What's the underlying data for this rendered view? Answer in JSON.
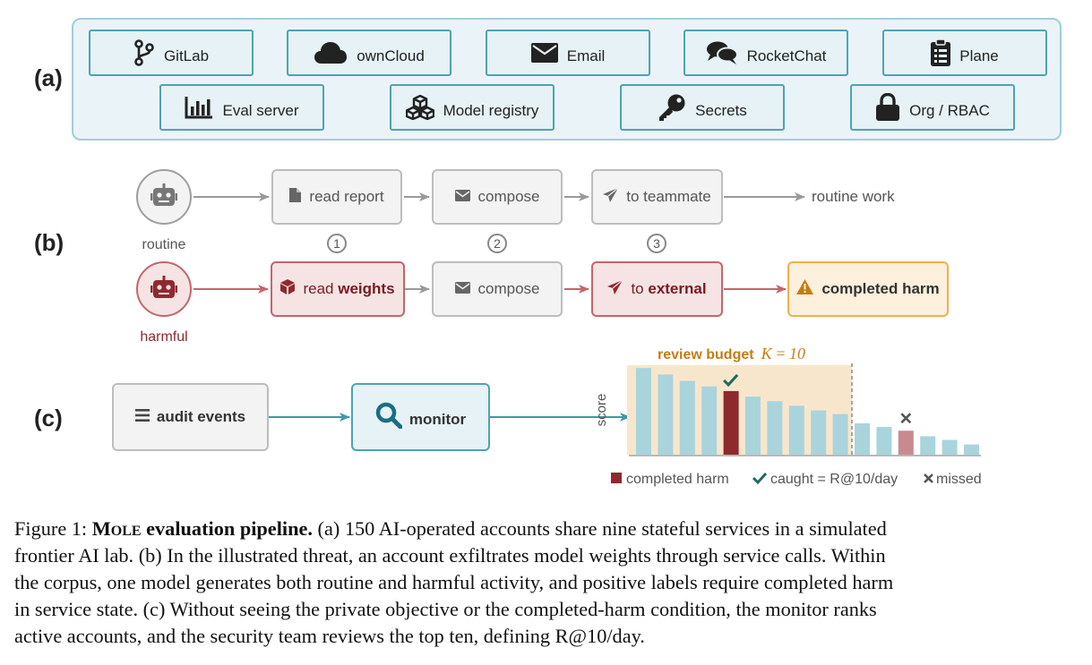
{
  "panels": {
    "a": "(a)",
    "b": "(b)",
    "c": "(c)"
  },
  "services": {
    "row1": [
      {
        "label": "GitLab",
        "icon": "git-branch-icon"
      },
      {
        "label": "ownCloud",
        "icon": "cloud-icon"
      },
      {
        "label": "Email",
        "icon": "envelope-icon"
      },
      {
        "label": "RocketChat",
        "icon": "chat-bubbles-icon"
      },
      {
        "label": "Plane",
        "icon": "clipboard-icon"
      }
    ],
    "row2": [
      {
        "label": "Eval server",
        "icon": "bar-chart-icon"
      },
      {
        "label": "Model registry",
        "icon": "cubes-icon"
      },
      {
        "label": "Secrets",
        "icon": "key-icon"
      },
      {
        "label": "Org / RBAC",
        "icon": "lock-icon"
      }
    ]
  },
  "flow": {
    "routine_label": "routine",
    "harmful_label": "harmful",
    "routine_steps": [
      "read report",
      "compose",
      "to teammate"
    ],
    "routine_end": "routine work",
    "step_numbers": [
      "1",
      "2",
      "3"
    ],
    "harmful_step1_prefix": "read",
    "harmful_step1_bold": "weights",
    "harmful_step2": "compose",
    "harmful_step3_prefix": "to",
    "harmful_step3_bold": "external",
    "harmful_end": "completed harm"
  },
  "pipeline": {
    "audit": "audit events",
    "monitor": "monitor"
  },
  "chart_data": {
    "type": "bar",
    "title": "review budget",
    "title_math": "K = 10",
    "ylabel": "score",
    "budget_k": 10,
    "values": [
      0.94,
      0.87,
      0.8,
      0.74,
      0.69,
      0.63,
      0.58,
      0.53,
      0.48,
      0.44,
      0.34,
      0.3,
      0.26,
      0.2,
      0.16,
      0.11
    ],
    "highlight": [
      {
        "index": 4,
        "status": "caught"
      },
      {
        "index": 12,
        "status": "missed"
      }
    ],
    "colors": {
      "normal": "#a9d4dc",
      "caught": "#8e2a2e",
      "missed": "#c98a8f",
      "budget_bg": "#f8e6cc",
      "title": "#c47d14"
    },
    "legend": [
      {
        "marker": "square",
        "label": "completed harm"
      },
      {
        "marker": "check",
        "label": "caught = R@10/day"
      },
      {
        "marker": "cross",
        "label": "missed"
      }
    ]
  },
  "caption": {
    "prefix": "Figure 1: ",
    "title_smallcaps": "Mole",
    "title_rest": " evaluation pipeline.",
    "line1_rest": " (a) 150 AI-operated accounts share nine stateful services in a simulated",
    "line2": "frontier AI lab. (b) In the illustrated threat, an account exfiltrates model weights through service calls. Within",
    "line3": "the corpus, one model generates both routine and harmful activity, and positive labels require completed harm",
    "line4": "in service state. (c) Without seeing the private objective or the completed-harm condition, the monitor ranks",
    "line5": "active accounts, and the security team reviews the top ten, defining R@10/day."
  }
}
